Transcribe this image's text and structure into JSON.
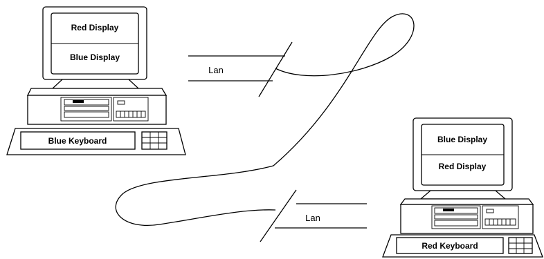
{
  "computer_left": {
    "top_display_label": "Red Display",
    "bottom_display_label": "Blue Display",
    "keyboard_label": "Blue Keyboard"
  },
  "computer_right": {
    "top_display_label": "Blue Display",
    "bottom_display_label": "Red Display",
    "keyboard_label": "Red Keyboard"
  },
  "lan_top": {
    "label": "Lan"
  },
  "lan_bottom": {
    "label": "Lan"
  }
}
